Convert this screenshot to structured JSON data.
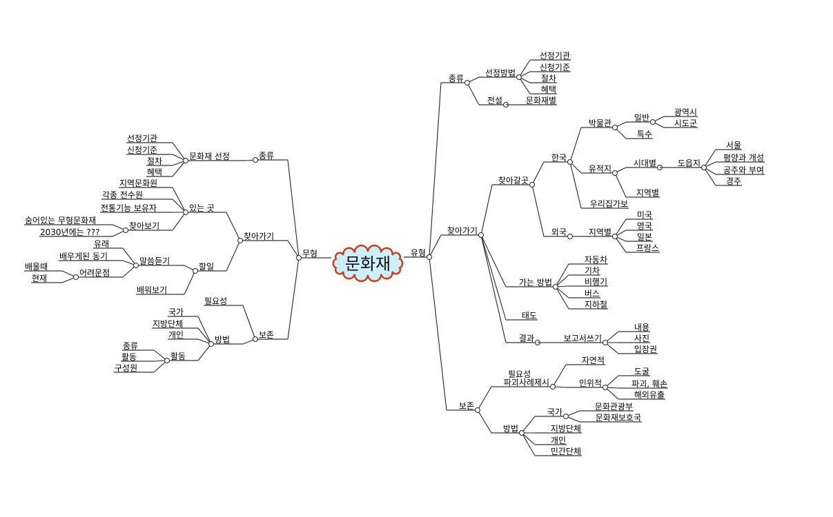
{
  "colors": {
    "cloud_fill": "#cdeefc",
    "cloud_stroke": "#c8401a",
    "line": "#222222"
  },
  "root": {
    "label": "문화재"
  },
  "left": [
    {
      "label": "무형",
      "children": [
        {
          "label": "종류",
          "children": [
            {
              "label": "문화재 선정",
              "children": [
                {
                  "label": "선정기관"
                },
                {
                  "label": "신청기준"
                },
                {
                  "label": "절차"
                },
                {
                  "label": "혜택"
                }
              ]
            }
          ]
        },
        {
          "label": "찾아가기",
          "children": [
            {
              "label": "있는 곳",
              "children": [
                {
                  "label": "지역문화원"
                },
                {
                  "label": "각종 전수원"
                },
                {
                  "label": "전통기능 보유자"
                },
                {
                  "label": "찾아보기",
                  "children": [
                    {
                      "label": "숨어있는 무형문화재"
                    },
                    {
                      "label": "2030년에는 ???"
                    }
                  ]
                }
              ]
            },
            {
              "label": "할일",
              "children": [
                {
                  "label": "말씀듣기",
                  "children": [
                    {
                      "label": "유래"
                    },
                    {
                      "label": "배우게된 동기"
                    },
                    {
                      "label": "어려운점",
                      "children": [
                        {
                          "label": "배울때"
                        },
                        {
                          "label": "현재"
                        }
                      ]
                    }
                  ]
                },
                {
                  "label": "배워보기"
                }
              ]
            }
          ]
        },
        {
          "label": "보존",
          "children": [
            {
              "label": "필요성"
            },
            {
              "label": "방법",
              "children": [
                {
                  "label": "국가"
                },
                {
                  "label": "지방단체"
                },
                {
                  "label": "개인"
                },
                {
                  "label": "활동",
                  "children": [
                    {
                      "label": "종류"
                    },
                    {
                      "label": "활동"
                    },
                    {
                      "label": "구성원"
                    }
                  ]
                }
              ]
            }
          ]
        }
      ]
    }
  ],
  "right": [
    {
      "label": "유형",
      "children": [
        {
          "label": "종류",
          "children": [
            {
              "label": "선정방법",
              "children": [
                {
                  "label": "선정기관"
                },
                {
                  "label": "신청기준"
                },
                {
                  "label": "절차"
                },
                {
                  "label": "혜택"
                }
              ]
            },
            {
              "label": "전설",
              "children": [
                {
                  "label": "문화재별"
                }
              ]
            }
          ]
        },
        {
          "label": "찾아가기",
          "children": [
            {
              "label": "찾아갈곳",
              "children": [
                {
                  "label": "한국",
                  "children": [
                    {
                      "label": "박물관",
                      "children": [
                        {
                          "label": "일반",
                          "children": [
                            {
                              "label": "광역시"
                            },
                            {
                              "label": "시도군"
                            }
                          ]
                        },
                        {
                          "label": "특수"
                        }
                      ]
                    },
                    {
                      "label": "유적지",
                      "children": [
                        {
                          "label": "시대별",
                          "children": [
                            {
                              "label": "도읍지",
                              "children": [
                                {
                                  "label": "서울"
                                },
                                {
                                  "label": "평양과 개성"
                                },
                                {
                                  "label": "공주와 부여"
                                },
                                {
                                  "label": "경주"
                                }
                              ]
                            }
                          ]
                        },
                        {
                          "label": "지역별"
                        }
                      ]
                    },
                    {
                      "label": "우리집가보"
                    }
                  ]
                },
                {
                  "label": "외국",
                  "children": [
                    {
                      "label": "지역별",
                      "children": [
                        {
                          "label": "미국"
                        },
                        {
                          "label": "영국"
                        },
                        {
                          "label": "일본"
                        },
                        {
                          "label": "프랑스"
                        }
                      ]
                    }
                  ]
                }
              ]
            },
            {
              "label": "가는 방법",
              "children": [
                {
                  "label": "자동차"
                },
                {
                  "label": "기차"
                },
                {
                  "label": "비행기"
                },
                {
                  "label": "버스"
                },
                {
                  "label": "지하철"
                }
              ]
            },
            {
              "label": "태도"
            },
            {
              "label": "결과",
              "children": [
                {
                  "label": "보고서쓰기",
                  "children": [
                    {
                      "label": "내용"
                    },
                    {
                      "label": "사진"
                    },
                    {
                      "label": "입장권"
                    }
                  ]
                }
              ]
            }
          ]
        },
        {
          "label": "보존",
          "children": [
            {
              "label": "파괴사례제시",
              "above": "필요성",
              "children": [
                {
                  "label": "자연적"
                },
                {
                  "label": "인위적",
                  "children": [
                    {
                      "label": "도굴"
                    },
                    {
                      "label": "파괴, 훼손"
                    },
                    {
                      "label": "해외유출"
                    }
                  ]
                }
              ]
            },
            {
              "label": "방법",
              "children": [
                {
                  "label": "국가",
                  "children": [
                    {
                      "label": "문화관광부"
                    },
                    {
                      "label": "문화재보호국"
                    }
                  ]
                },
                {
                  "label": "지방단체"
                },
                {
                  "label": "개인"
                },
                {
                  "label": "민간단체"
                }
              ]
            }
          ]
        }
      ]
    }
  ]
}
